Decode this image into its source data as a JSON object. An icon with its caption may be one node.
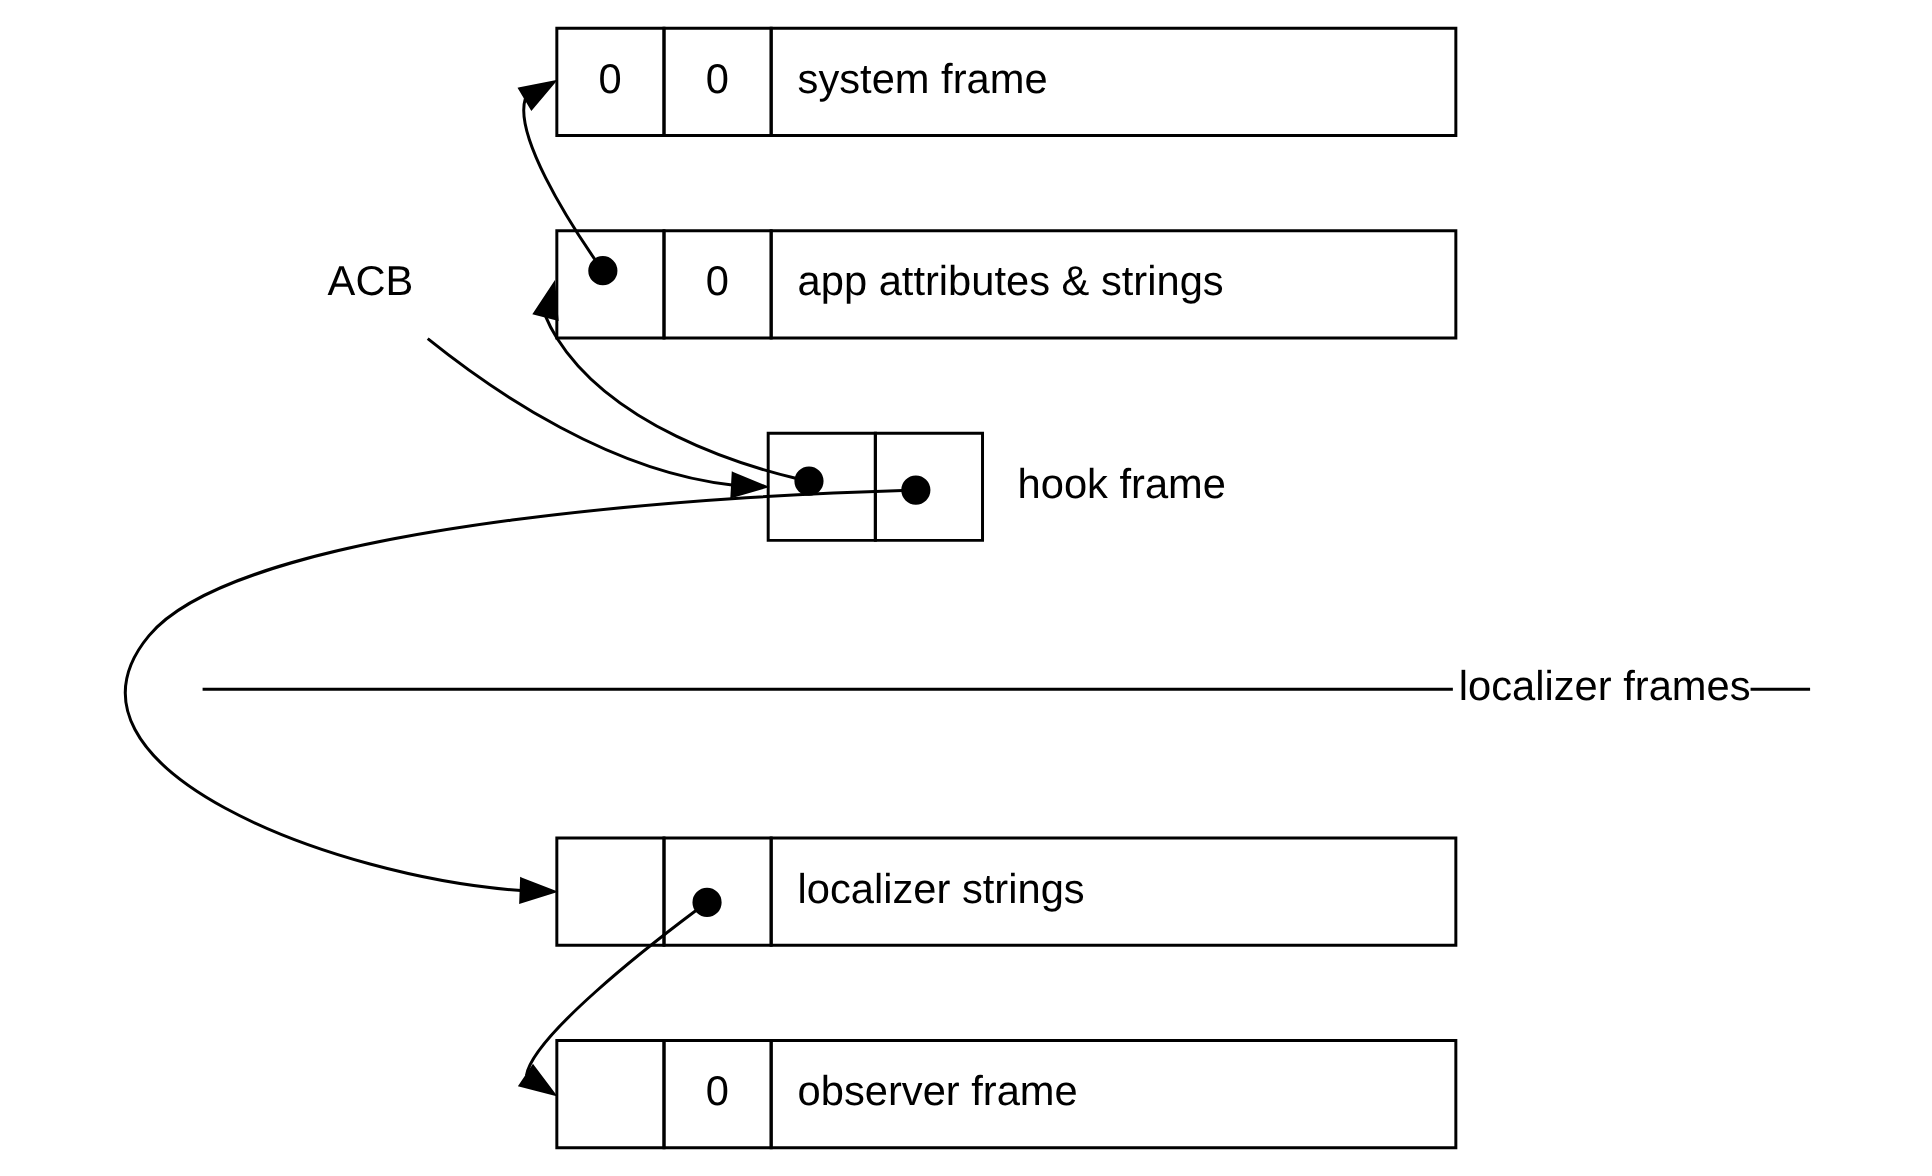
{
  "diagram": {
    "nodes": [
      {
        "text": [
          "0",
          "0",
          "system frame"
        ]
      },
      {
        "text": [
          "ACB"
        ]
      },
      {
        "text": [
          "0",
          "app attributes & strings"
        ]
      },
      {
        "text": [],
        "shape": "box",
        "beside": [
          "hook frame"
        ]
      },
      {
        "text": [
          "localizer strings"
        ]
      },
      {
        "text": [
          "0",
          "observer frame"
        ]
      }
    ],
    "edges": [
      {
        "from": 1,
        "to": 3,
        "arrow": "to"
      },
      {
        "from": 3,
        "to": 2,
        "arrow": "to"
      },
      {
        "from": 2,
        "to": 0,
        "arrow": "to"
      },
      {
        "from": 3,
        "to": 4,
        "arrow": "to"
      },
      {
        "from": 4,
        "to": 5,
        "arrow": "to"
      }
    ],
    "labels": [
      "localizer frames"
    ]
  }
}
